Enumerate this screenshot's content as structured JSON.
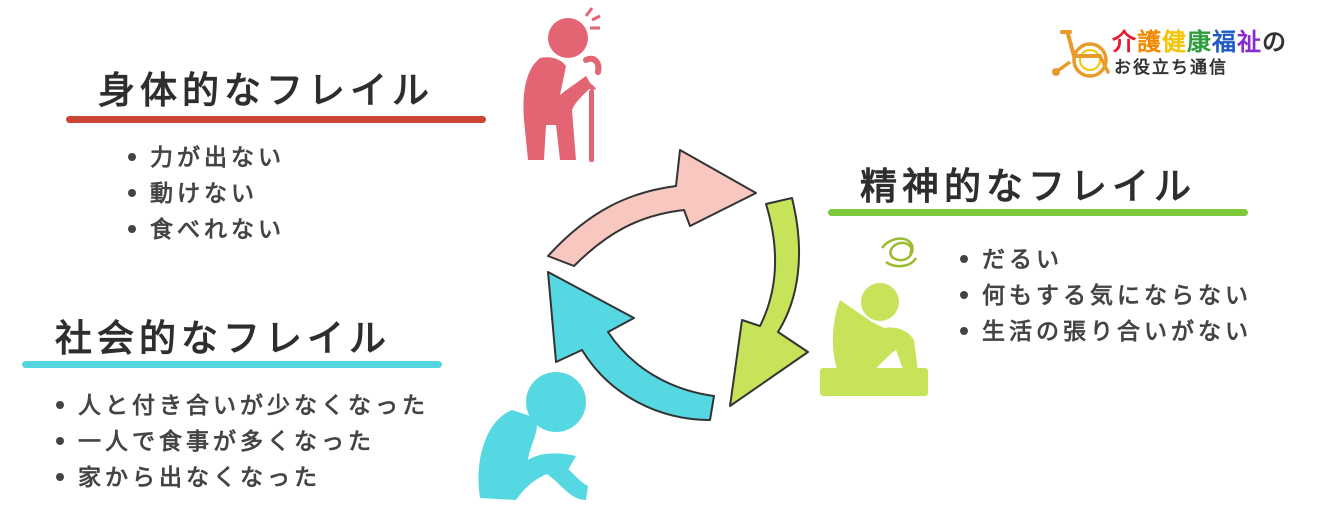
{
  "logo": {
    "chars": [
      {
        "text": "介",
        "color": "#e8192c"
      },
      {
        "text": "護",
        "color": "#f08a00"
      },
      {
        "text": "健",
        "color": "#f5c400"
      },
      {
        "text": "康",
        "color": "#2e9e3a"
      },
      {
        "text": "福",
        "color": "#1e5bc6"
      },
      {
        "text": "祉",
        "color": "#8a2bd1"
      },
      {
        "text": "の",
        "color": "#333333"
      }
    ],
    "subtitle": "お役立ち通信",
    "icon": "wheelchair-icon"
  },
  "physical": {
    "heading": "身体的なフレイル",
    "color": "#cc4433",
    "items": [
      "力が出ない",
      "動けない",
      "食べれない"
    ]
  },
  "mental": {
    "heading": "精神的なフレイル",
    "color": "#7ec83c",
    "items": [
      "だるい",
      "何もする気にならない",
      "生活の張り合いがない"
    ]
  },
  "social": {
    "heading": "社会的なフレイル",
    "color": "#55d5e0",
    "items": [
      "人と付き合いが少なくなった",
      "一人で食事が多くなった",
      "家から出なくなった"
    ]
  },
  "cycle": {
    "arrow_colors": [
      "#f7c7c0",
      "#c6e35a",
      "#56d8e3"
    ]
  },
  "figures": [
    "elderly-with-cane-icon",
    "dejected-sitting-person-icon",
    "crouching-person-icon"
  ]
}
